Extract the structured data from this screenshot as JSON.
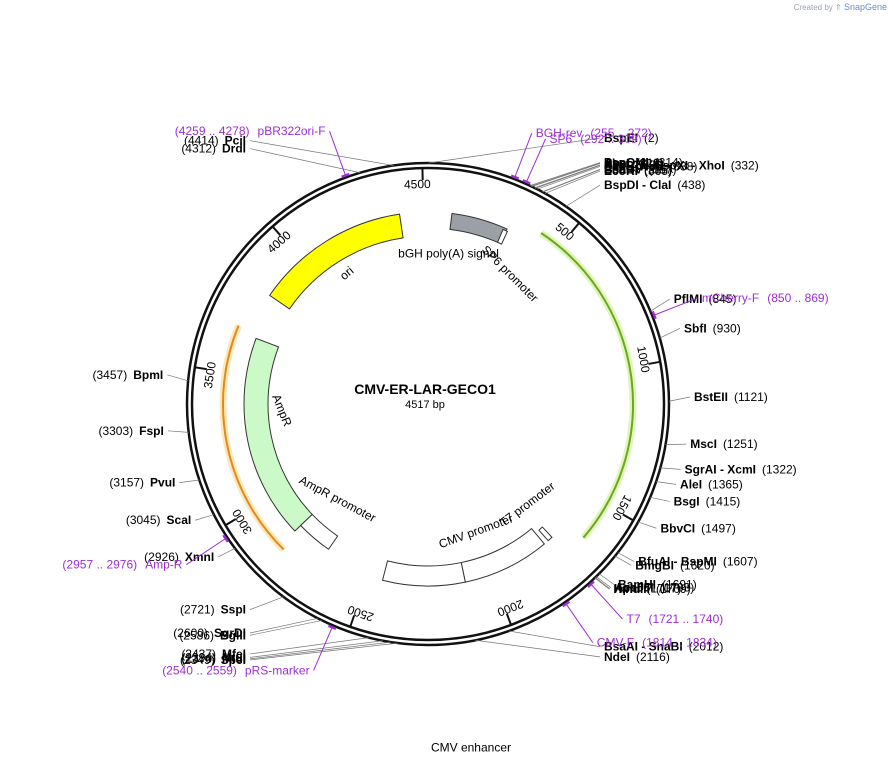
{
  "credit": {
    "prefix": "Created by",
    "brand": "SnapGene"
  },
  "plasmid": {
    "name": "CMV-ER-LAR-GECO1",
    "size_label": "4517 bp",
    "length": 4517
  },
  "ticks": [
    {
      "label": "500",
      "pos": 500
    },
    {
      "label": "1000",
      "pos": 1000
    },
    {
      "label": "1500",
      "pos": 1500
    },
    {
      "label": "2000",
      "pos": 2000
    },
    {
      "label": "2500",
      "pos": 2500
    },
    {
      "label": "3000",
      "pos": 3000
    },
    {
      "label": "3500",
      "pos": 3500
    },
    {
      "label": "4000",
      "pos": 4000
    },
    {
      "label": "4500",
      "pos": 4500
    }
  ],
  "enzymes_right": [
    {
      "name": "BspEI",
      "pos_text": "(2)",
      "pos": 2
    },
    {
      "name": "PspOMI",
      "pos_text": "(314)",
      "pos": 314
    },
    {
      "name": "ApaI",
      "pos_text": "(318)",
      "pos": 318
    },
    {
      "name": "XbaI",
      "pos_text": "(320)",
      "pos": 320
    },
    {
      "name": "NsiI",
      "pos_text": "(329)",
      "pos": 329
    },
    {
      "name": "PaeR7I - PspXI - XhoI",
      "pos_text": "(332)",
      "pos": 332
    },
    {
      "name": "EagI - NotI",
      "pos_text": "(338)",
      "pos": 338
    },
    {
      "name": "BsaBI",
      "pos_text": "(355)",
      "pos": 355
    },
    {
      "name": "EcoRV",
      "pos_text": "(357)",
      "pos": 357
    },
    {
      "name": "EcoRI",
      "pos_text": "(365)",
      "pos": 365
    },
    {
      "name": "BspDI - ClaI",
      "pos_text": "(438)",
      "pos": 438
    },
    {
      "name": "PflMI",
      "pos_text": "(845)",
      "pos": 845
    },
    {
      "name": "SbfI",
      "pos_text": "(930)",
      "pos": 930
    },
    {
      "name": "BstEII",
      "pos_text": "(1121)",
      "pos": 1121
    },
    {
      "name": "MscI",
      "pos_text": "(1251)",
      "pos": 1251
    },
    {
      "name": "SgrAI - XcmI",
      "pos_text": "(1322)",
      "pos": 1322
    },
    {
      "name": "AleI",
      "pos_text": "(1365)",
      "pos": 1365
    },
    {
      "name": "BsgI",
      "pos_text": "(1415)",
      "pos": 1415
    },
    {
      "name": "BbvCI",
      "pos_text": "(1497)",
      "pos": 1497
    },
    {
      "name": "BfuAI - BspMI",
      "pos_text": "(1607)",
      "pos": 1607
    },
    {
      "name": "BmgBI",
      "pos_text": "(1620)",
      "pos": 1620
    },
    {
      "name": "BamHI",
      "pos_text": "(1691)",
      "pos": 1691
    },
    {
      "name": "Acc65I",
      "pos_text": "(1703)",
      "pos": 1703
    },
    {
      "name": "KpnI",
      "pos_text": "(1707)",
      "pos": 1707
    },
    {
      "name": "HindIII",
      "pos_text": "(1709)",
      "pos": 1709
    },
    {
      "name": "BsaAI - SnaBI",
      "pos_text": "(2012)",
      "pos": 2012
    },
    {
      "name": "NdeI",
      "pos_text": "(2116)",
      "pos": 2116
    }
  ],
  "enzymes_left": [
    {
      "name": "PciI",
      "pos_text": "(4414)",
      "pos": 4414
    },
    {
      "name": "DrdI",
      "pos_text": "(4312)",
      "pos": 4312
    },
    {
      "name": "BpmI",
      "pos_text": "(3457)",
      "pos": 3457
    },
    {
      "name": "FspI",
      "pos_text": "(3303)",
      "pos": 3303
    },
    {
      "name": "PvuI",
      "pos_text": "(3157)",
      "pos": 3157
    },
    {
      "name": "ScaI",
      "pos_text": "(3045)",
      "pos": 3045
    },
    {
      "name": "XmnI",
      "pos_text": "(2926)",
      "pos": 2926
    },
    {
      "name": "SspI",
      "pos_text": "(2721)",
      "pos": 2721
    },
    {
      "name": "SgrDI",
      "pos_text": "(2600)",
      "pos": 2600
    },
    {
      "name": "BglII",
      "pos_text": "(2586)",
      "pos": 2586
    },
    {
      "name": "MfeI",
      "pos_text": "(2437)",
      "pos": 2437
    },
    {
      "name": "NruI",
      "pos_text": "(2394)",
      "pos": 2394
    },
    {
      "name": "MluI",
      "pos_text": "(2370)",
      "pos": 2370
    },
    {
      "name": "SpeI",
      "pos_text": "(2349)",
      "pos": 2349
    }
  ],
  "primers": [
    {
      "name": "BGH-rev",
      "range_text": "(255 .. 272)",
      "pos": 263
    },
    {
      "name": "SP6",
      "range_text": "(292 .. 309)",
      "pos": 300
    },
    {
      "name": "mCherry-F",
      "range_text": "(850 .. 869)",
      "pos": 860
    },
    {
      "name": "T7",
      "range_text": "(1721 .. 1740)",
      "pos": 1730
    },
    {
      "name": "CMV-F",
      "range_text": "(1814 .. 1834)",
      "pos": 1824
    },
    {
      "name": "pRS-marker",
      "range_text": "(2540 .. 2559)",
      "pos": 2550
    },
    {
      "name": "Amp-R",
      "range_text": "(2957 .. 2976)",
      "pos": 2966
    },
    {
      "name": "pBR322ori-F",
      "range_text": "(4259 .. 4278)",
      "pos": 4268
    }
  ],
  "features": [
    {
      "name": "ori",
      "start": 3820,
      "end": 4410,
      "color": "#ffff00"
    },
    {
      "name": "AmpR",
      "start": 2840,
      "end": 3650,
      "color": "#ccf9c8"
    },
    {
      "name": "AmpR promoter",
      "start": 2690,
      "end": 2840,
      "color": "#ffffff"
    },
    {
      "name": "bGH poly(A) signal",
      "start": 90,
      "end": 305,
      "color": "#9aa0a6"
    },
    {
      "name": "SP6 promoter",
      "start": 292,
      "end": 310,
      "color": "#ffffff"
    },
    {
      "name": "T7 promoter",
      "start": 1720,
      "end": 1740,
      "color": "#ffffff"
    },
    {
      "name": "CMV promoter",
      "start": 1760,
      "end": 2110,
      "color": "#ffffff"
    },
    {
      "name": "CMV enhancer",
      "start": 2110,
      "end": 2440,
      "color": "#ffffff"
    }
  ],
  "inner_arcs": [
    {
      "name": "mCherry-region",
      "start": 420,
      "end": 1640,
      "color": "#6aa820",
      "glow": "#e0f5b8"
    },
    {
      "name": "amp-region",
      "start": 2820,
      "end": 3670,
      "color": "#e08a18",
      "glow": "#fde7bd"
    }
  ]
}
